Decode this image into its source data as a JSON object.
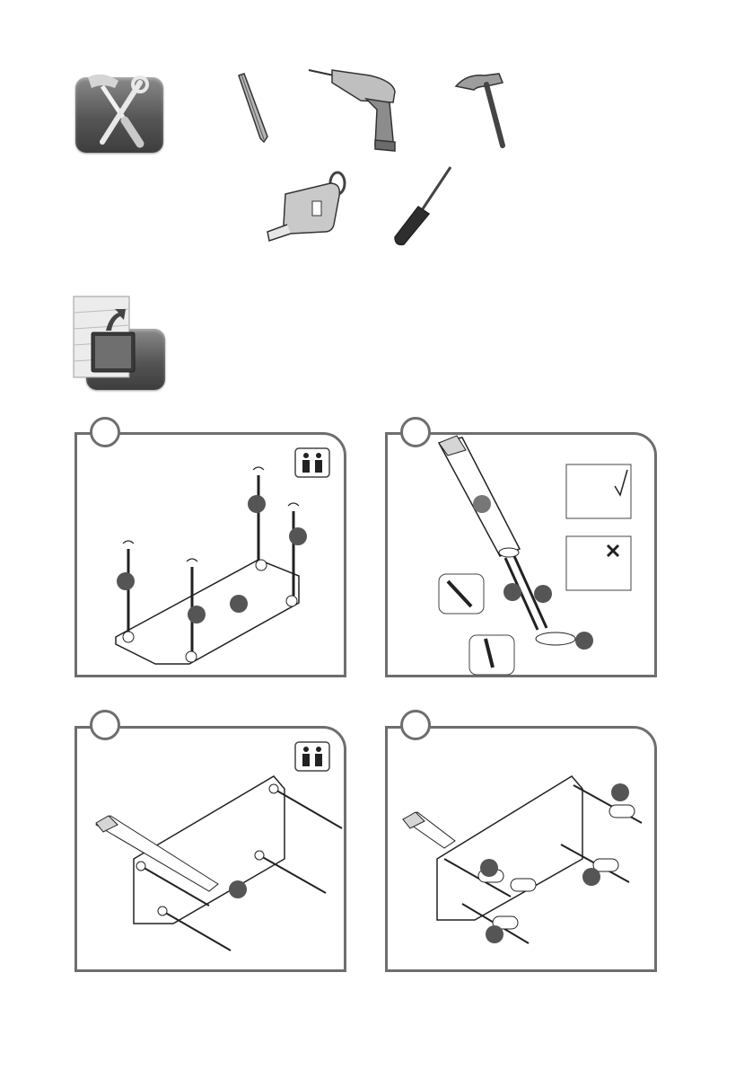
{
  "tools": [
    {
      "name": "pencil-icon"
    },
    {
      "name": "drill-icon"
    },
    {
      "name": "hammer-icon"
    },
    {
      "name": "tape-measure-icon"
    },
    {
      "name": "screwdriver-icon"
    }
  ],
  "sections": {
    "tools_badge": "tools-required-icon",
    "mount_badge": "wall-mount-icon"
  },
  "panels": [
    {
      "id": "step-1",
      "two_person": true
    },
    {
      "id": "step-2",
      "two_person": false
    },
    {
      "id": "step-3",
      "two_person": true
    },
    {
      "id": "step-4",
      "two_person": false
    }
  ],
  "colors": {
    "frame": "#6e6e6e",
    "marker": "#555555",
    "line": "#222222"
  }
}
